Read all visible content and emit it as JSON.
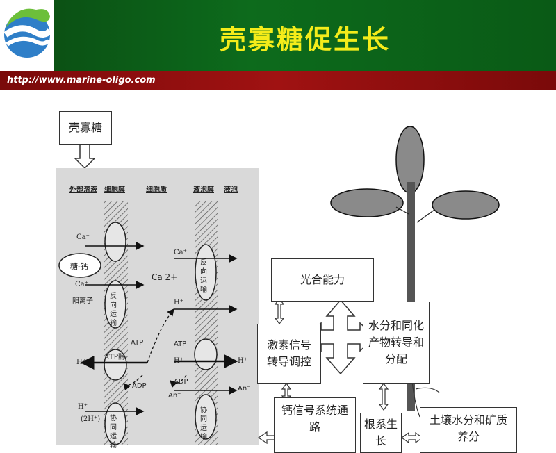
{
  "header": {
    "title": "壳寡糖促生长",
    "url": "http://www.marine-oligo.com",
    "logo_icon": "marine-oligo-wave-logo"
  },
  "diagram": {
    "input_box": "壳寡糖",
    "membrane": {
      "col_labels": [
        "外部溶液",
        "细胞膜",
        "细胞质",
        "液泡膜",
        "液泡"
      ],
      "ion_left_1": "Ca⁺",
      "ion_left_2": "Ca⁺",
      "cation_label": "阳离子",
      "sugar_ca": "糖-钙",
      "ca2_label": "Ca 2+",
      "antiport_1": "反向运输",
      "antiport_2": "反向运输",
      "symport_1": "协同运输",
      "symport_2": "协同运输",
      "ca_right": "Ca⁺",
      "h_left": "H⁺",
      "h_mid": "H⁺",
      "atp_1": "ATP",
      "atp_enzyme": "ATP酶",
      "adp_1": "ADP",
      "atp_2": "ATP",
      "h_vac": "H⁺",
      "h_out": "H⁺",
      "adp_2": "ADP",
      "an_1": "An⁻",
      "an_2": "An⁻",
      "h_bottom": "H⁺",
      "h2_label": "(2H⁺)"
    },
    "boxes": {
      "photosynthesis": "光合能力",
      "hormone": "激素信号转导调控",
      "water_transport": "水分和同化产物转导和分配",
      "calcium_channel": "钙信号系统通路",
      "root_growth": "根系生长",
      "soil_nutrients": "土壤水分和矿质养分"
    }
  }
}
